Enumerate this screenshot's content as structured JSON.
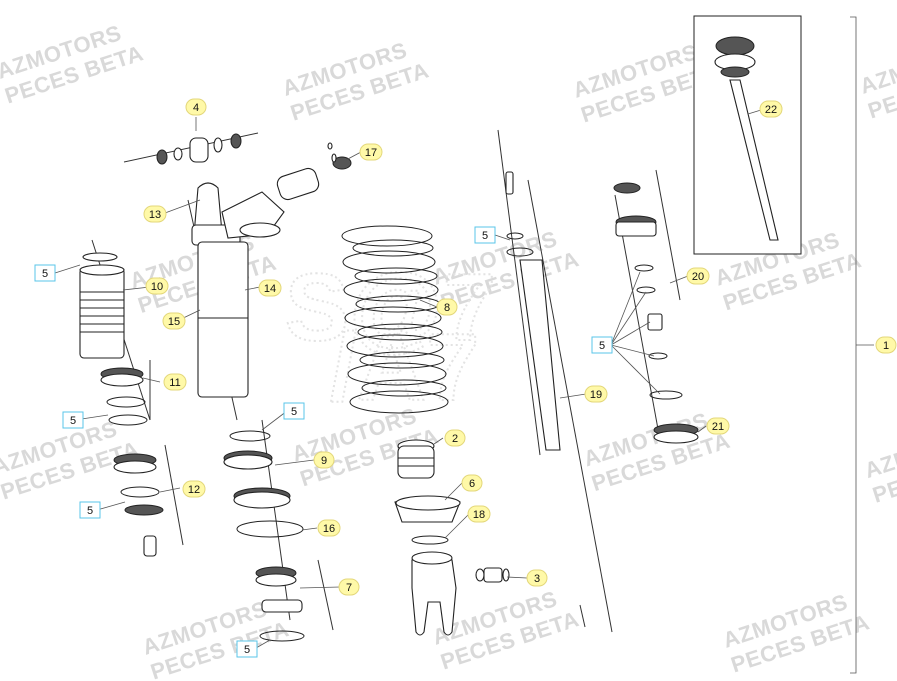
{
  "watermark": {
    "line1": "AZMOTORS",
    "line2": "PECES BETA"
  },
  "background_mark": {
    "line1": "S@7",
    "line2": "/A7"
  },
  "callouts": {
    "c1": "1",
    "c2": "2",
    "c3": "3",
    "c4": "4",
    "c5": "5",
    "c6": "6",
    "c7": "7",
    "c8": "8",
    "c9": "9",
    "c10": "10",
    "c11": "11",
    "c12": "12",
    "c13": "13",
    "c14": "14",
    "c15": "15",
    "c16": "16",
    "c17": "17",
    "c18": "18",
    "c19": "19",
    "c20": "20",
    "c21": "21",
    "c22": "22"
  },
  "colors": {
    "callout_yellow": "#fff9a8",
    "callout_blue_border": "#59c6e8",
    "watermark_gray": "#d9d9d9"
  }
}
